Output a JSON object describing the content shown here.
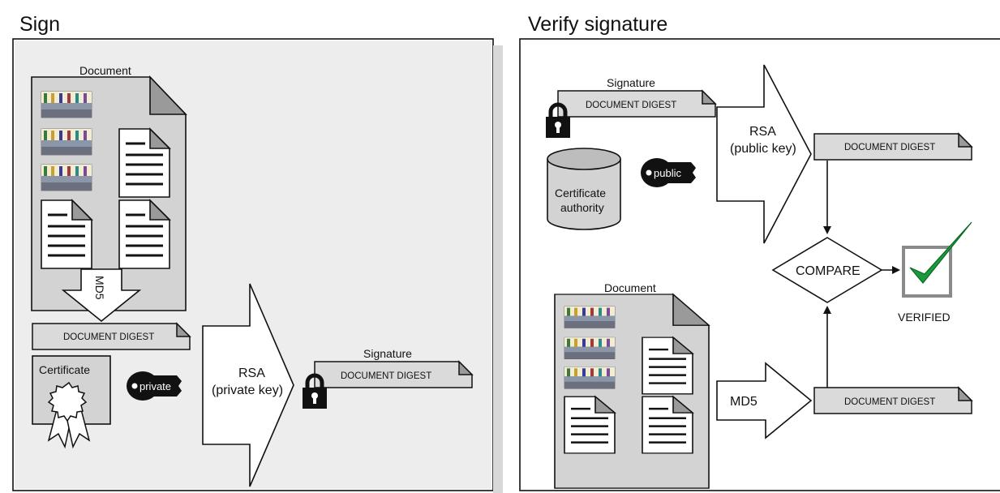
{
  "sign": {
    "title": "Sign",
    "document_label": "Document",
    "md5_label": "MD5",
    "digest_label": "DOCUMENT DIGEST",
    "certificate_label": "Certificate",
    "private_key_label": "private",
    "rsa_label_line1": "RSA",
    "rsa_label_line2": "(private key)",
    "signature_label": "Signature",
    "signature_digest_label": "DOCUMENT DIGEST"
  },
  "verify": {
    "title": "Verify signature",
    "signature_label": "Signature",
    "signature_digest_label": "DOCUMENT DIGEST",
    "public_key_label": "public",
    "ca_label_line1": "Certificate",
    "ca_label_line2": "authority",
    "rsa_label_line1": "RSA",
    "rsa_label_line2": "(public key)",
    "rsa_digest_label": "DOCUMENT DIGEST",
    "compare_label": "COMPARE",
    "verified_label": "VERIFIED",
    "document_label": "Document",
    "md5_label": "MD5",
    "md5_digest_label": "DOCUMENT DIGEST"
  },
  "colors": {
    "page_fill": "#d6d6d6",
    "panel_fill": "#ebebeb",
    "digest_fill": "#dadada",
    "check_green": "#1a9a3a"
  }
}
